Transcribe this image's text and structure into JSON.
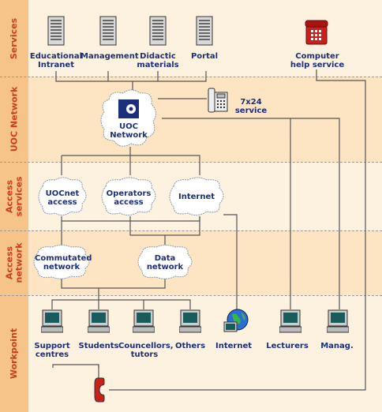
{
  "sections": {
    "services": "Services",
    "uoc_network": "UOC Network",
    "access_services": "Access services",
    "access_network": "Access network",
    "workpoint": "Workpoint"
  },
  "services": {
    "educational_intranet": "Educational Intranet",
    "management": "Management",
    "didactic_materials": "Didactic materials",
    "portal": "Portal",
    "computer_help_service": "Computer help service"
  },
  "network": {
    "uoc_network": "UOC Network",
    "service_7x24": "7x24 service"
  },
  "access_services": {
    "uocnet_access": "UOCnet access",
    "operators_access": "Operators access",
    "internet": "Internet"
  },
  "access_network": {
    "commutated_network": "Commutated network",
    "data_network": "Data network"
  },
  "workpoint": {
    "support_centres": "Support centres",
    "students": "Students",
    "councellors_tutors": "Councellors, tutors",
    "others": "Others",
    "internet": "Internet",
    "lecturers": "Lecturers",
    "managers": "Manag."
  },
  "colors": {
    "sidebar": "#f6c489",
    "band_light": "#fdf1df",
    "band_alt": "#fde5c4",
    "section_text": "#c8401b",
    "label_text": "#1b2f7a",
    "lines": "#555555"
  },
  "icons": [
    "server-icon",
    "phone-icon",
    "uoc-logo-icon",
    "pc-icon",
    "globe-icon",
    "handset-icon"
  ]
}
